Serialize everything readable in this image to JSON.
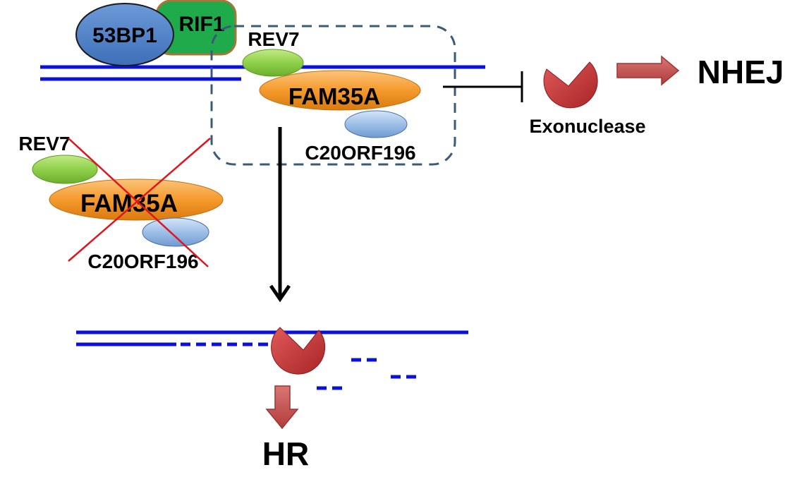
{
  "diagram": {
    "title": "",
    "colors": {
      "dna": "#0a12d8",
      "protein_53bp1": "#4a7fc9",
      "protein_rif1": "#1faa4b",
      "protein_rev7": "#8fd04a",
      "protein_fam35a": "#f59a2c",
      "protein_c20orf196": "#9dbfe6",
      "exonuclease": "#c0383a",
      "arrow_block": "#c0504d",
      "complex_box": "#3a5a7a",
      "cross": "#e0141e"
    },
    "proteins": {
      "p53bp1": "53BP1",
      "rif1": "RIF1",
      "rev7_top": "REV7",
      "fam35a_top": "FAM35A",
      "c20orf196_top": "C20ORF196",
      "rev7_crossed": "REV7",
      "fam35a_crossed": "FAM35A",
      "c20orf196_crossed": "C20ORF196"
    },
    "labels": {
      "exonuclease": "Exonuclease",
      "nhej": "NHEJ",
      "hr": "HR"
    },
    "relations": [
      {
        "from": "REV7-FAM35A-C20ORF196 complex",
        "to": "Exonuclease",
        "type": "inhibits"
      },
      {
        "from": "Exonuclease",
        "to": "NHEJ",
        "type": "leads-to"
      },
      {
        "from": "REV7-FAM35A-C20ORF196 complex loss",
        "to": "DNA end resection",
        "type": "leads-to"
      },
      {
        "from": "DNA end resection",
        "to": "HR",
        "type": "leads-to"
      }
    ]
  }
}
